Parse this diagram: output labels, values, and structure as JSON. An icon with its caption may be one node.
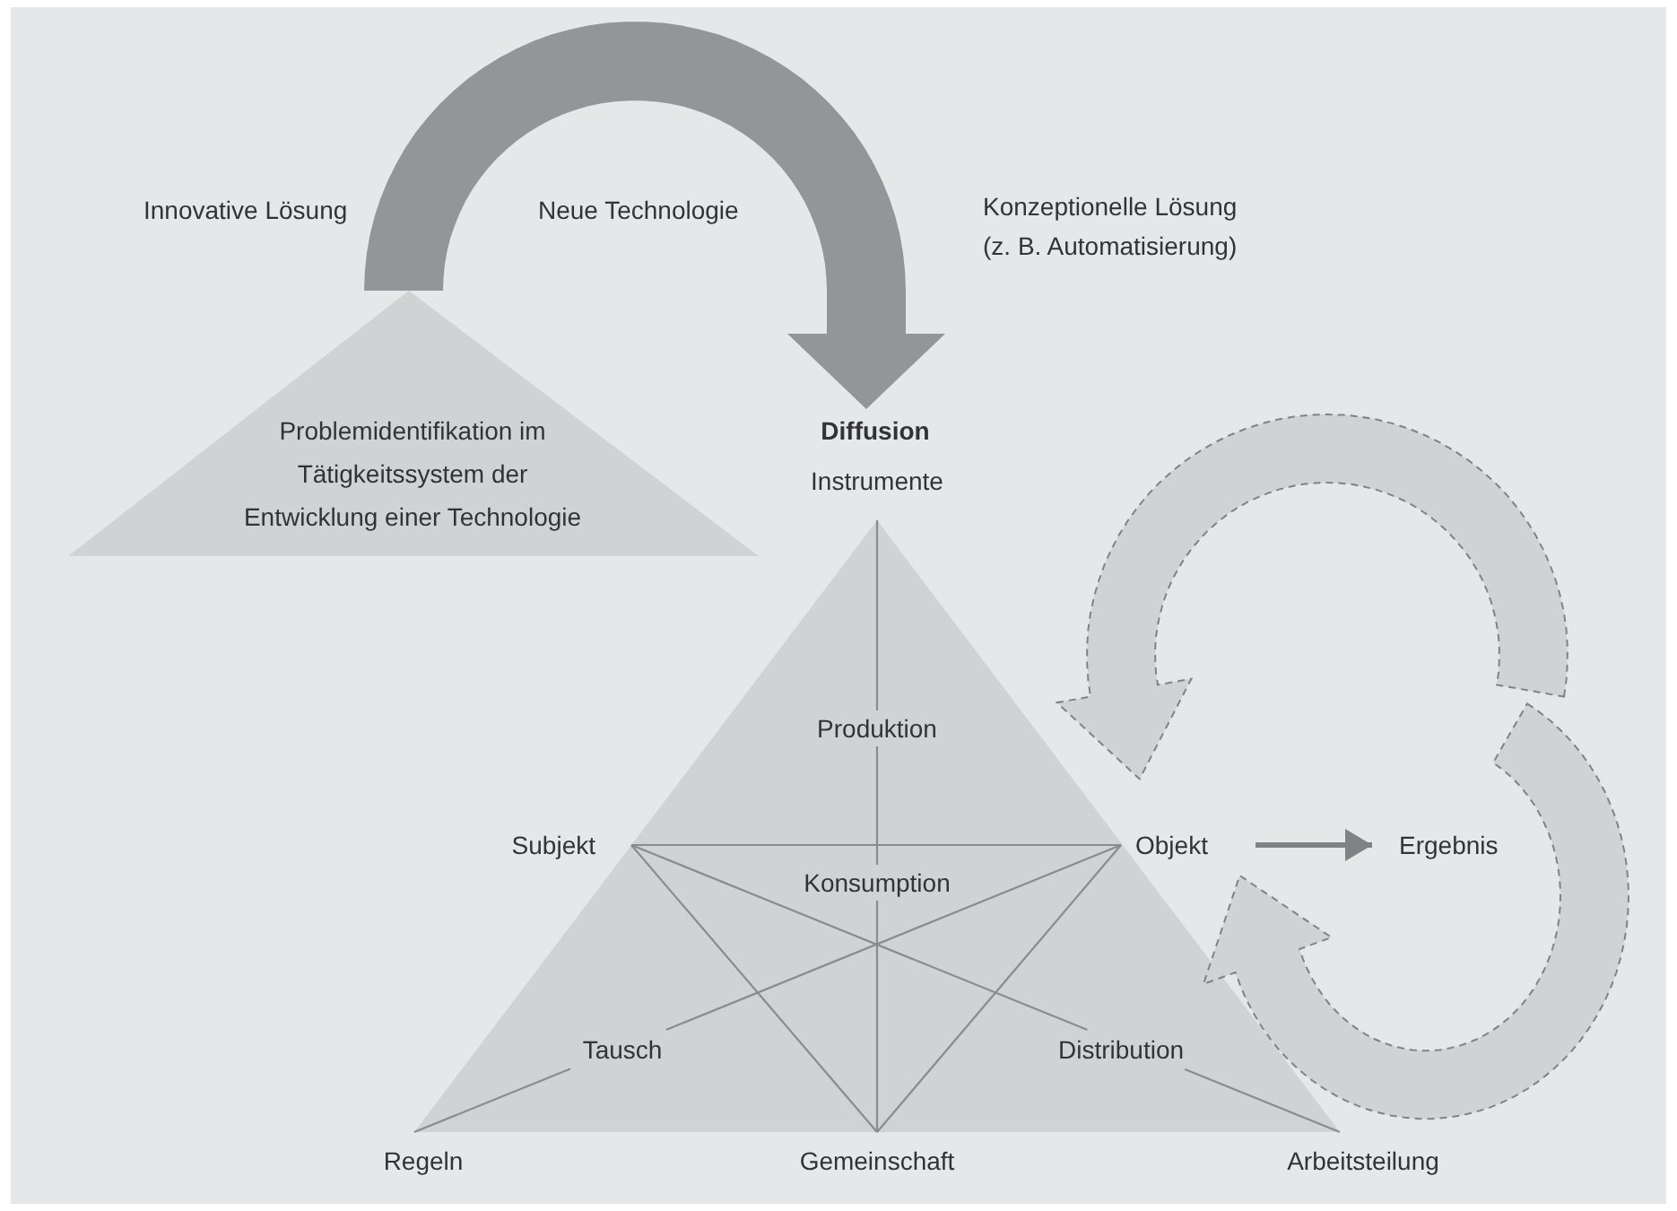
{
  "diagram": {
    "nodes": [
      {
        "text": [
          "Problemidentifikation im Tätigkeitssystem der Entwicklung einer Technologie"
        ]
      },
      {
        "text": [
          "Diffusion"
        ]
      },
      {
        "text": [
          "Instrumente"
        ]
      },
      {
        "text": [
          "Produktion"
        ]
      },
      {
        "text": [
          "Subjekt"
        ]
      },
      {
        "text": [
          "Konsumption"
        ]
      },
      {
        "text": [
          "Objekt"
        ]
      },
      {
        "text": [
          "Ergebnis"
        ]
      },
      {
        "text": [
          "Tausch"
        ]
      },
      {
        "text": [
          "Distribution"
        ]
      },
      {
        "text": [
          "Regeln"
        ]
      },
      {
        "text": [
          "Gemeinschaft"
        ]
      },
      {
        "text": [
          "Arbeitsteilung"
        ]
      }
    ],
    "edges": [
      {
        "from": 0,
        "to": 1,
        "arrow": "to",
        "style": "thick"
      },
      {
        "from": 2,
        "to": 3,
        "arrow": "none"
      },
      {
        "from": 3,
        "to": 5,
        "arrow": "none"
      },
      {
        "from": 5,
        "to": 11,
        "arrow": "none"
      },
      {
        "from": 4,
        "to": 6,
        "arrow": "none"
      },
      {
        "from": 4,
        "to": 11,
        "arrow": "none"
      },
      {
        "from": 4,
        "to": 9,
        "arrow": "none"
      },
      {
        "from": 9,
        "to": 12,
        "arrow": "none"
      },
      {
        "from": 6,
        "to": 11,
        "arrow": "none"
      },
      {
        "from": 6,
        "to": 8,
        "arrow": "none"
      },
      {
        "from": 8,
        "to": 10,
        "arrow": "none"
      },
      {
        "from": 6,
        "to": 7,
        "arrow": "to",
        "style": "thick"
      },
      {
        "from": null,
        "to": 6,
        "arrow": "to",
        "style": "dashed"
      }
    ],
    "labels": [
      "Innovative Lösung",
      "Neue Technologie",
      "Konzeptionelle Lösung (z. B. Automatisierung)"
    ]
  }
}
